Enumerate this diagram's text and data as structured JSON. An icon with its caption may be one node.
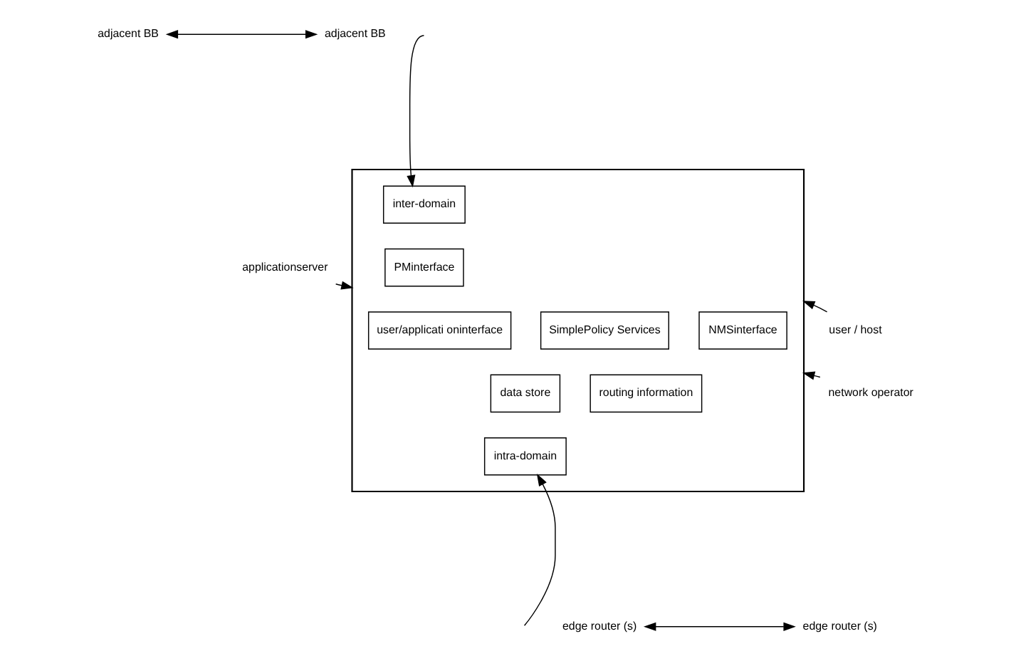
{
  "diagram": {
    "nodes": [
      {
        "text": [
          "adjacent BB"
        ]
      },
      {
        "text": [
          "adjacent BB"
        ]
      },
      {
        "text": [],
        "shape": "box"
      },
      {
        "text": [
          "inter-domain"
        ],
        "in": 2
      },
      {
        "text": [
          "PMinterface"
        ],
        "in": 2
      },
      {
        "text": [
          "user/applicati oninterface"
        ],
        "in": 2
      },
      {
        "text": [
          "SimplePolicy Services"
        ],
        "in": 2
      },
      {
        "text": [
          "NMSinterface"
        ],
        "in": 2
      },
      {
        "text": [
          "data store"
        ],
        "in": 2
      },
      {
        "text": [
          "routing information"
        ],
        "in": 2
      },
      {
        "text": [
          "intra-domain"
        ],
        "in": 2
      },
      {
        "text": [
          "applicationserver"
        ]
      },
      {
        "text": [
          "user / host"
        ]
      },
      {
        "text": [
          "network operator"
        ]
      },
      {
        "text": [
          "edge router (s)"
        ]
      },
      {
        "text": [
          "edge router (s)"
        ]
      }
    ],
    "edges": [
      {
        "from": 0,
        "to": 1,
        "arrow": "both"
      },
      {
        "from": null,
        "to": 3,
        "arrow": "to"
      },
      {
        "from": 11,
        "to": 2,
        "arrow": "to"
      },
      {
        "from": 12,
        "to": 2,
        "arrow": "to"
      },
      {
        "from": 13,
        "to": 2,
        "arrow": "to"
      },
      {
        "from": null,
        "to": 10,
        "arrow": "to"
      },
      {
        "from": 14,
        "to": 15,
        "arrow": "both"
      }
    ]
  }
}
